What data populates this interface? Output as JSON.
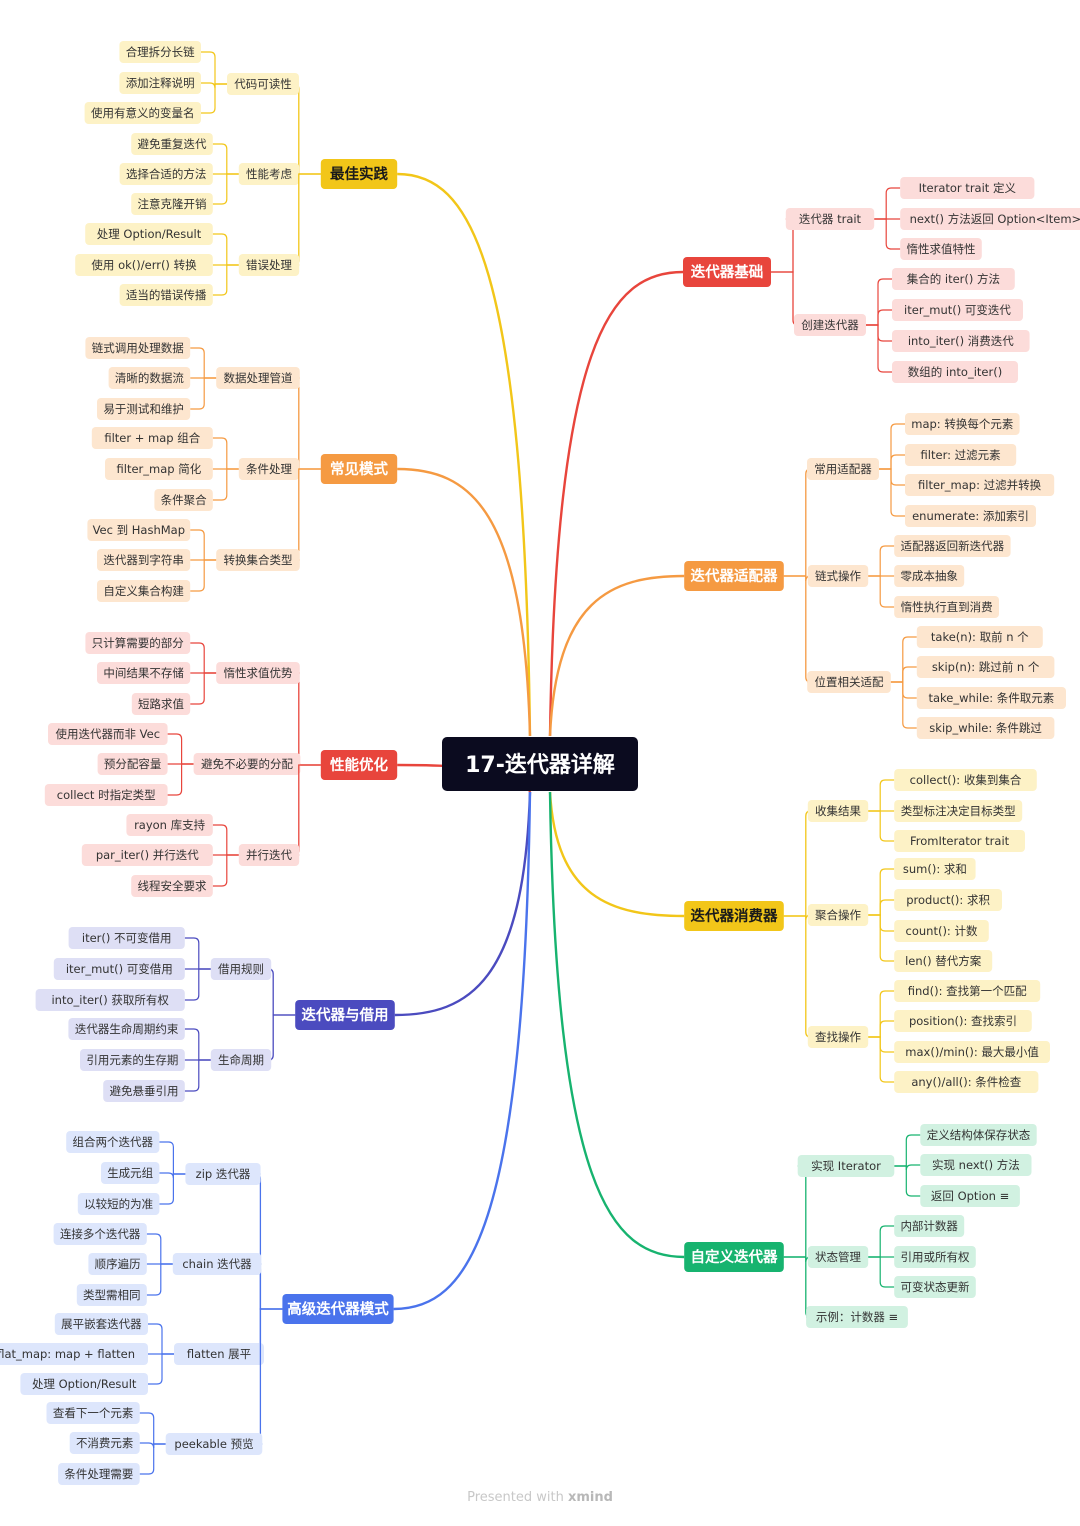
{
  "title": "17-迭代器详解",
  "footer": {
    "prefix": "Presented with",
    "brand": "xmind"
  },
  "branches": [
    {
      "label": "迭代器基础",
      "color": "#e8453c",
      "light": "#fcdcda",
      "groups": [
        {
          "label": "迭代器 trait",
          "items": [
            "Iterator trait 定义",
            "next() 方法返回 Option<Item>",
            "惰性求值特性"
          ]
        },
        {
          "label": "创建迭代器",
          "items": [
            "集合的 iter() 方法",
            "iter_mut() 可变迭代",
            "into_iter() 消费迭代",
            "数组的 into_iter()"
          ]
        }
      ]
    },
    {
      "label": "迭代器适配器",
      "color": "#f59a42",
      "light": "#fde6cf",
      "groups": [
        {
          "label": "常用适配器",
          "items": [
            "map: 转换每个元素",
            "filter: 过滤元素",
            "filter_map: 过滤并转换",
            "enumerate: 添加索引"
          ]
        },
        {
          "label": "链式操作",
          "items": [
            "适配器返回新迭代器",
            "零成本抽象",
            "惰性执行直到消费"
          ]
        },
        {
          "label": "位置相关适配",
          "items": [
            "take(n): 取前 n 个",
            "skip(n): 跳过前 n 个",
            "take_while: 条件取元素",
            "skip_while: 条件跳过"
          ]
        }
      ]
    },
    {
      "label": "迭代器消费器",
      "color": "#f2c619",
      "light": "#fdf2c6",
      "groups": [
        {
          "label": "收集结果",
          "items": [
            "collect(): 收集到集合",
            "类型标注决定目标类型",
            "FromIterator trait"
          ]
        },
        {
          "label": "聚合操作",
          "items": [
            "sum(): 求和",
            "product(): 求积",
            "count(): 计数",
            "len() 替代方案"
          ]
        },
        {
          "label": "查找操作",
          "items": [
            "find(): 查找第一个匹配",
            "position(): 查找索引",
            "max()/min(): 最大最小值",
            "any()/all(): 条件检查"
          ]
        }
      ]
    },
    {
      "label": "自定义迭代器",
      "color": "#17b36f",
      "light": "#d1f1e1",
      "groups": [
        {
          "label": "实现 Iterator",
          "items": [
            "定义结构体保存状态",
            "实现 next() 方法",
            "返回 Option ≡"
          ]
        },
        {
          "label": "状态管理",
          "items": [
            "内部计数器",
            "引用或所有权",
            "可变状态更新"
          ]
        },
        {
          "label": "示例：计数器 ≡",
          "items": []
        }
      ]
    },
    {
      "label": "最佳实践",
      "color": "#f2c619",
      "light": "#fdf2c6",
      "groups": [
        {
          "label": "代码可读性",
          "items": [
            "合理拆分长链",
            "添加注释说明",
            "使用有意义的变量名"
          ]
        },
        {
          "label": "性能考虑",
          "items": [
            "避免重复迭代",
            "选择合适的方法",
            "注意克隆开销"
          ]
        },
        {
          "label": "错误处理",
          "items": [
            "处理 Option/Result",
            "使用 ok()/err() 转换",
            "适当的错误传播"
          ]
        }
      ]
    },
    {
      "label": "常见模式",
      "color": "#f59a42",
      "light": "#fde6cf",
      "groups": [
        {
          "label": "数据处理管道",
          "items": [
            "链式调用处理数据",
            "清晰的数据流",
            "易于测试和维护"
          ]
        },
        {
          "label": "条件处理",
          "items": [
            "filter + map 组合",
            "filter_map 简化",
            "条件聚合"
          ]
        },
        {
          "label": "转换集合类型",
          "items": [
            "Vec 到 HashMap",
            "迭代器到字符串",
            "自定义集合构建"
          ]
        }
      ]
    },
    {
      "label": "性能优化",
      "color": "#e8453c",
      "light": "#fcdcda",
      "groups": [
        {
          "label": "惰性求值优势",
          "items": [
            "只计算需要的部分",
            "中间结果不存储",
            "短路求值"
          ]
        },
        {
          "label": "避免不必要的分配",
          "items": [
            "使用迭代器而非 Vec",
            "预分配容量",
            "collect 时指定类型"
          ]
        },
        {
          "label": "并行迭代",
          "items": [
            "rayon 库支持",
            "par_iter() 并行迭代",
            "线程安全要求"
          ]
        }
      ]
    },
    {
      "label": "迭代器与借用",
      "color": "#4b4bbf",
      "light": "#dedff5",
      "groups": [
        {
          "label": "借用规则",
          "items": [
            "iter() 不可变借用",
            "iter_mut() 可变借用",
            "into_iter() 获取所有权"
          ]
        },
        {
          "label": "生命周期",
          "items": [
            "迭代器生命周期约束",
            "引用元素的生存期",
            "避免悬垂引用"
          ]
        }
      ]
    },
    {
      "label": "高级迭代器模式",
      "color": "#4a73ec",
      "light": "#dde6fc",
      "groups": [
        {
          "label": "zip 迭代器",
          "items": [
            "组合两个迭代器",
            "生成元组",
            "以较短的为准"
          ]
        },
        {
          "label": "chain 迭代器",
          "items": [
            "连接多个迭代器",
            "顺序遍历",
            "类型需相同"
          ]
        },
        {
          "label": "flatten 展平",
          "items": [
            "展平嵌套迭代器",
            "flat_map: map + flatten",
            "处理 Option/Result"
          ]
        },
        {
          "label": "peekable 预览",
          "items": [
            "查看下一个元素",
            "不消费元素",
            "条件处理需要"
          ]
        }
      ]
    }
  ]
}
